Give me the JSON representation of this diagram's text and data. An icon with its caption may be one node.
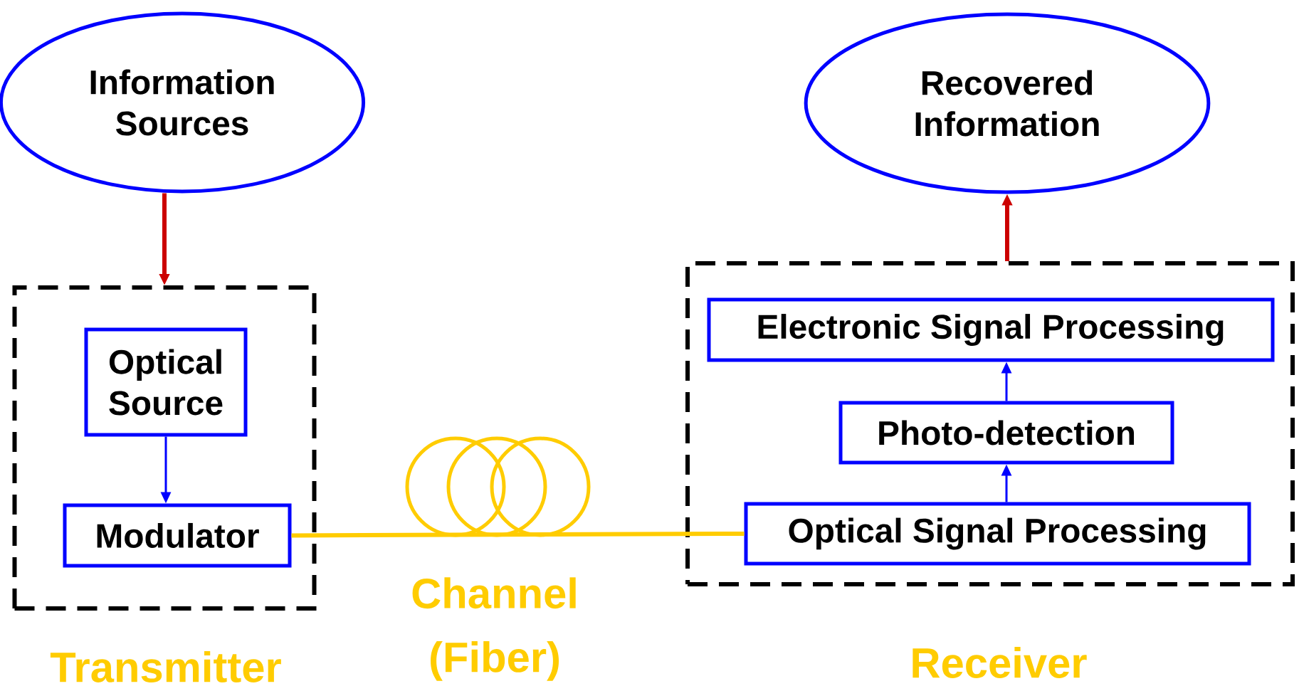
{
  "diagram": {
    "nodes": [
      {
        "text": [
          "Information Sources"
        ]
      },
      {
        "text": [
          "Transmitter"
        ]
      },
      {
        "text": [
          "Optical Source"
        ],
        "in": 1
      },
      {
        "text": [
          "Modulator"
        ],
        "in": 1
      },
      {
        "text": [
          "Receiver"
        ]
      },
      {
        "text": [
          "Electronic Signal Processing"
        ],
        "in": 4
      },
      {
        "text": [
          "Photo-detection"
        ],
        "in": 4
      },
      {
        "text": [
          "Optical Signal Processing"
        ],
        "in": 4
      },
      {
        "text": [
          "Recovered Information"
        ]
      }
    ],
    "edges": [
      {
        "from": 0,
        "to": 1,
        "arrow": "to",
        "style": "thick",
        "color": "#cc0000"
      },
      {
        "from": 2,
        "to": 3,
        "arrow": "to"
      },
      {
        "from": 3,
        "to": 7,
        "arrow": "none",
        "style": "thick",
        "color": "#ffcc00"
      },
      {
        "from": 7,
        "to": 6,
        "arrow": "to"
      },
      {
        "from": 6,
        "to": 5,
        "arrow": "to"
      },
      {
        "from": 4,
        "to": 8,
        "arrow": "to",
        "style": "thick",
        "color": "#cc0000"
      }
    ],
    "labels": [
      "Channel (Fiber)"
    ]
  }
}
